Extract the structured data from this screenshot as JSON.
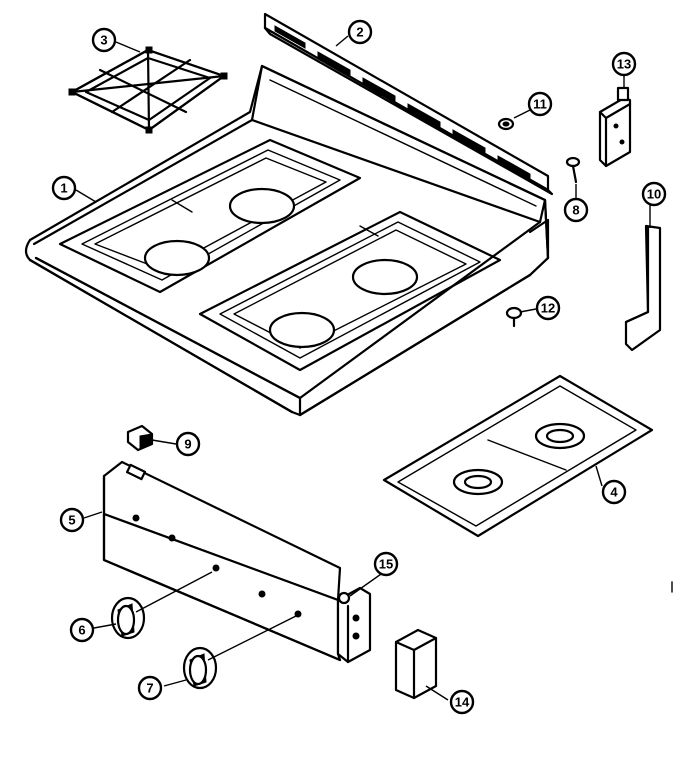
{
  "callouts": [
    {
      "id": "c1",
      "label": "1"
    },
    {
      "id": "c2",
      "label": "2"
    },
    {
      "id": "c3",
      "label": "3"
    },
    {
      "id": "c4",
      "label": "4"
    },
    {
      "id": "c5",
      "label": "5"
    },
    {
      "id": "c6",
      "label": "6"
    },
    {
      "id": "c7",
      "label": "7"
    },
    {
      "id": "c8",
      "label": "8"
    },
    {
      "id": "c9",
      "label": "9"
    },
    {
      "id": "c10",
      "label": "10"
    },
    {
      "id": "c11",
      "label": "11"
    },
    {
      "id": "c12",
      "label": "12"
    },
    {
      "id": "c13",
      "label": "13"
    },
    {
      "id": "c14",
      "label": "14"
    },
    {
      "id": "c15",
      "label": "15"
    }
  ]
}
